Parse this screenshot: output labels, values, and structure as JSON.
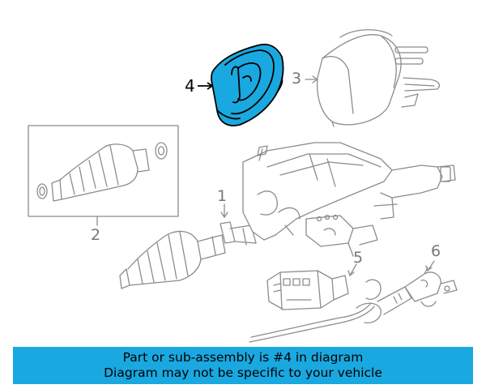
{
  "callouts": {
    "c1": "1",
    "c2": "2",
    "c3": "3",
    "c4": "4",
    "c5": "5",
    "c6": "6"
  },
  "banner": {
    "line1": "Part or sub-assembly is #4 in diagram",
    "line2": "Diagram may not be specific to your vehicle"
  },
  "colors": {
    "highlight": "#1aa8e0",
    "line_art": "#8c8c8c"
  }
}
